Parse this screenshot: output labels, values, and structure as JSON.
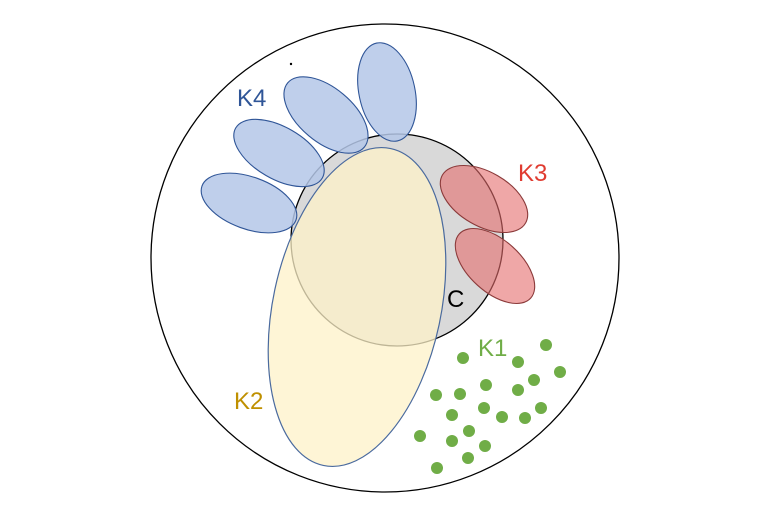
{
  "labels": {
    "k1": "K1",
    "k2": "K2",
    "k3": "K3",
    "k4": "K4",
    "c": "C"
  },
  "colors": {
    "k1": "#70AD47",
    "k2_fill": "#FDF1C8",
    "k2_stroke": "#4A6A9E",
    "k3_fill": "#E46C6C",
    "k3_stroke": "#8B3A3A",
    "k4_fill": "#B4C7E7",
    "k4_stroke": "#2F5597",
    "c_fill": "#D9D9D9",
    "outline": "#000000",
    "k1_label": "#70AD47",
    "k2_label": "#BF9000",
    "k3_label": "#E03C31",
    "k4_label": "#2F5597",
    "c_label": "#000000"
  }
}
